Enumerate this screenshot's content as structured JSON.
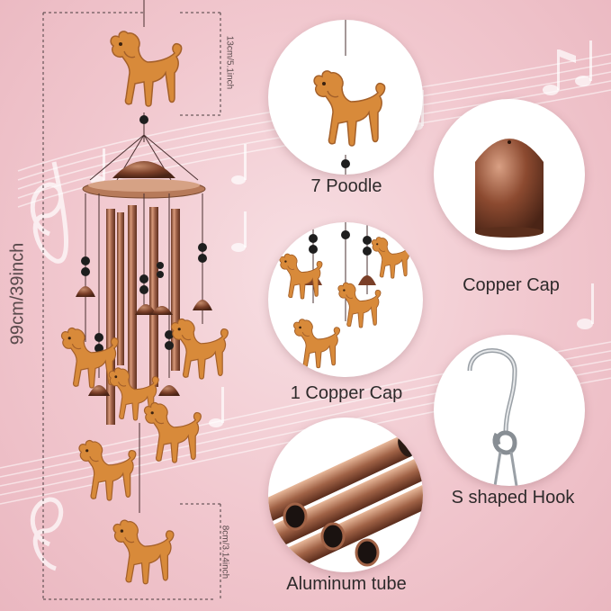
{
  "dimensions": {
    "total_height": "99cm/39inch",
    "top_poodle": "13cm/5.1inch",
    "bottom_poodle": "8cm/3.14inch"
  },
  "features": [
    {
      "label": "7 Poodle",
      "icon": "poodle-icon"
    },
    {
      "label": "Copper Cap",
      "icon": "copper-cap-icon"
    },
    {
      "label": "1 Copper Cap",
      "icon": "poodles-with-caps-icon"
    },
    {
      "label": "S shaped Hook",
      "icon": "s-hook-icon"
    },
    {
      "label": "Aluminum tube",
      "icon": "aluminum-tubes-icon"
    }
  ],
  "colors": {
    "background": "#f1c7ce",
    "poodle": "#d88a3a",
    "copper": "#9c5a3c",
    "bead": "#1e1e1e"
  }
}
